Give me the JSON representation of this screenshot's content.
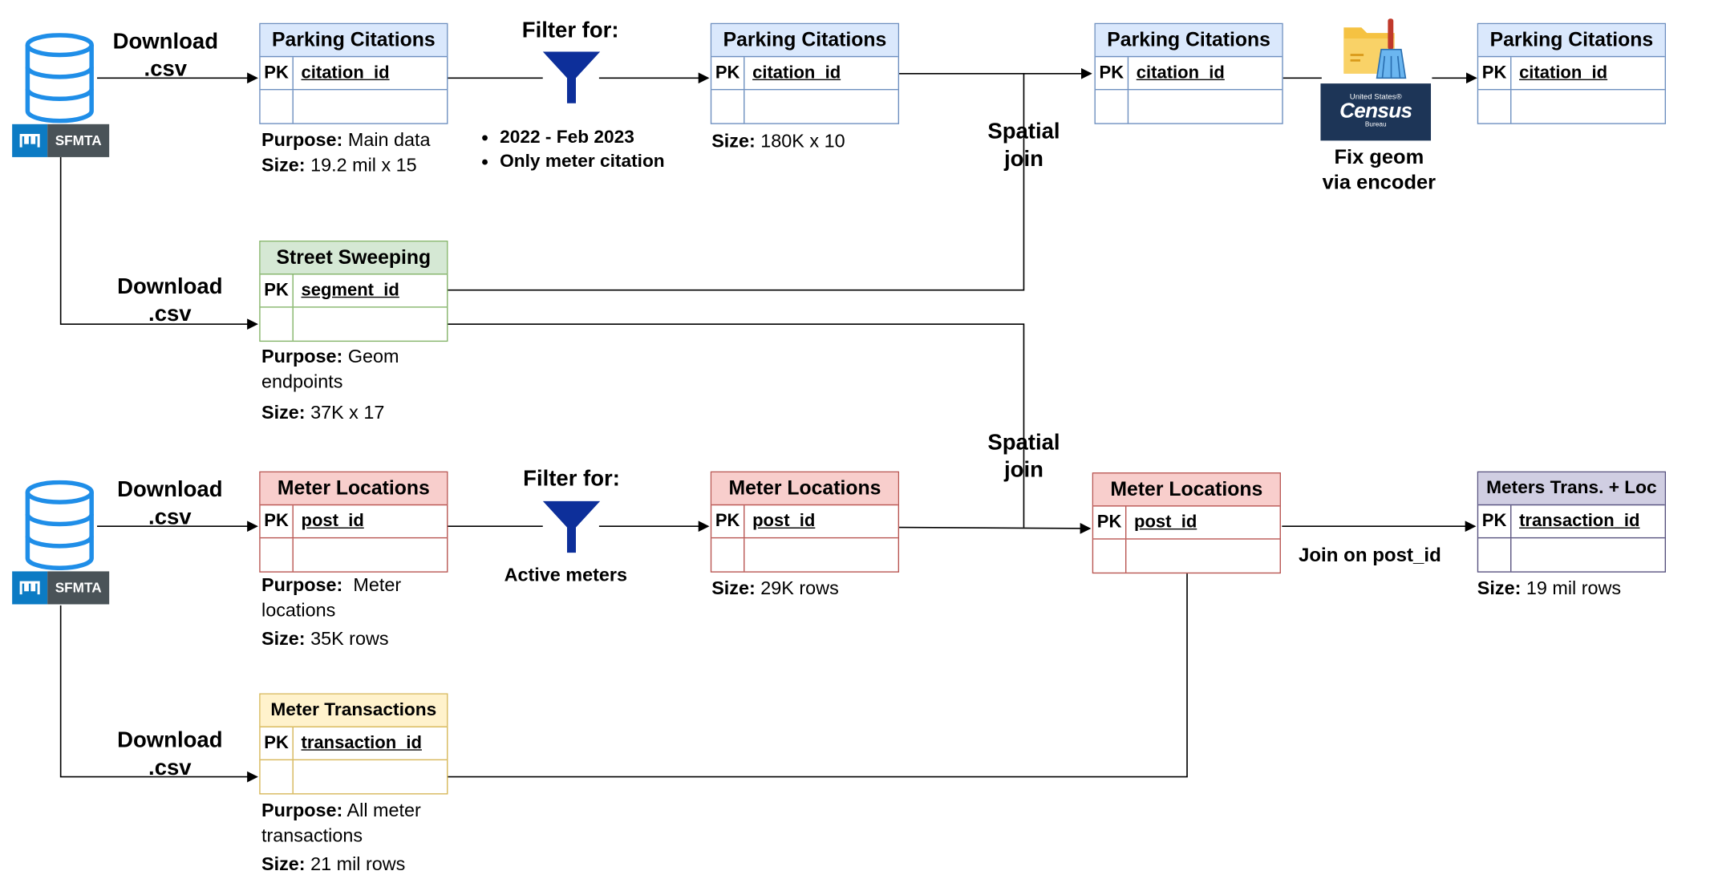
{
  "sources": {
    "label": "SFMTA"
  },
  "downloads": {
    "d1": [
      "Download",
      ".csv"
    ],
    "d2": [
      "Download",
      ".csv"
    ],
    "d3": [
      "Download",
      ".csv"
    ],
    "d4": [
      "Download",
      ".csv"
    ]
  },
  "tables": {
    "pc1": {
      "title": "Parking Citations",
      "pk": "PK",
      "key": "citation_id"
    },
    "pc2": {
      "title": "Parking Citations",
      "pk": "PK",
      "key": "citation_id"
    },
    "pc3": {
      "title": "Parking Citations",
      "pk": "PK",
      "key": "citation_id"
    },
    "pc4": {
      "title": "Parking Citations",
      "pk": "PK",
      "key": "citation_id"
    },
    "ss": {
      "title": "Street Sweeping",
      "pk": "PK",
      "key": "segment_id"
    },
    "ml1": {
      "title": "Meter Locations",
      "pk": "PK",
      "key": "post_id"
    },
    "ml2": {
      "title": "Meter Locations",
      "pk": "PK",
      "key": "post_id"
    },
    "ml3": {
      "title": "Meter Locations",
      "pk": "PK",
      "key": "post_id"
    },
    "mt": {
      "title": "Meter Transactions",
      "pk": "PK",
      "key": "transaction_id"
    },
    "mtl": {
      "title": "Meters Trans. + Loc",
      "pk": "PK",
      "key": "transaction_id"
    }
  },
  "annotations": {
    "pc1": {
      "purpose_label": "Purpose:",
      "purpose": " Main data",
      "size_label": "Size:",
      "size": " 19.2 mil x 15"
    },
    "pc2": {
      "size_label": "Size:",
      "size": " 180K x 10"
    },
    "ss": {
      "purpose_label": "Purpose:",
      "purpose_1": " Geom",
      "purpose_2": "endpoints",
      "size_label": "Size:",
      "size": " 37K x 17"
    },
    "ml1": {
      "purpose_label": "Purpose:",
      "purpose_1": "  Meter",
      "purpose_2": "locations",
      "size_label": "Size:",
      "size": " 35K rows"
    },
    "ml2": {
      "size_label": "Size:",
      "size": " 29K rows"
    },
    "mt": {
      "purpose_label": "Purpose:",
      "purpose_1": " All meter",
      "purpose_2": "transactions",
      "size_label": "Size:",
      "size": " 21 mil rows"
    },
    "mtl": {
      "size_label": "Size:",
      "size": " 19 mil rows"
    }
  },
  "filters": {
    "f1": {
      "title": "Filter for:",
      "items": [
        "2022 - Feb 2023",
        "Only meter citation"
      ]
    },
    "f2": {
      "title": "Filter for:",
      "note": "Active meters"
    }
  },
  "joins": {
    "spatial_1": [
      "Spatial",
      "join"
    ],
    "spatial_2": [
      "Spatial",
      "join"
    ],
    "post_id": "Join on post_id"
  },
  "census": {
    "line1": "United States®",
    "line2": "Census",
    "line3": "Bureau",
    "caption": [
      "Fix geom",
      "via encoder"
    ]
  },
  "colors": {
    "filter": "#0d2f9a",
    "census_bg": "#1d3557",
    "sfmta_blue": "#0c7bc4",
    "db_blue": "#1f8ee8"
  }
}
